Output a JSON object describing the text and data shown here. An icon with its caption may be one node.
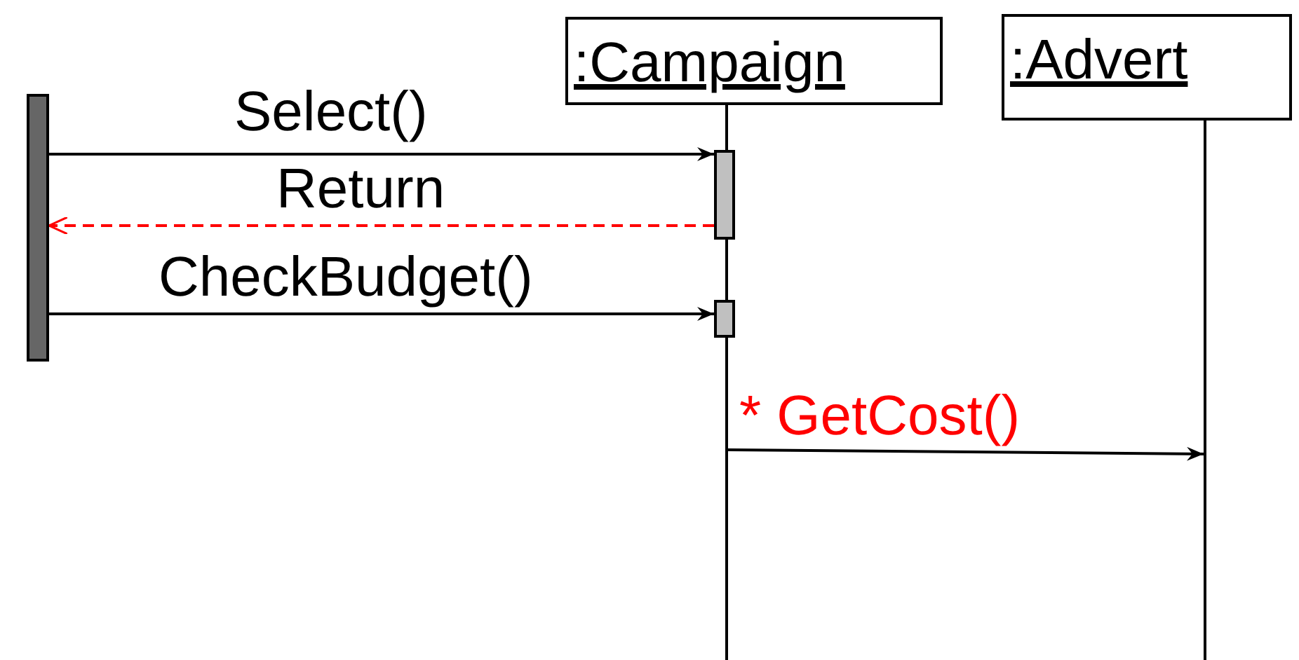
{
  "diagram": {
    "nodes": [
      {
        "text": [
          ":Campaign"
        ]
      },
      {
        "text": [
          ":Advert"
        ]
      },
      {
        "text": [],
        "shape": "bar"
      },
      {
        "text": [],
        "shape": "bar"
      },
      {
        "text": [],
        "shape": "bar"
      },
      {
        "text": [],
        "shape": "line"
      },
      {
        "text": [],
        "shape": "line"
      }
    ],
    "edges": [
      {
        "from": 2,
        "to": 3,
        "arrow": "to",
        "label": "Select()"
      },
      {
        "from": 3,
        "to": 2,
        "arrow": "to",
        "label": "Return",
        "style": "dashed",
        "color": "#ff0000"
      },
      {
        "from": 2,
        "to": 4,
        "arrow": "to",
        "label": "CheckBudget()"
      },
      {
        "from": 5,
        "to": 6,
        "arrow": "to",
        "label": "* GetCost()"
      }
    ]
  }
}
